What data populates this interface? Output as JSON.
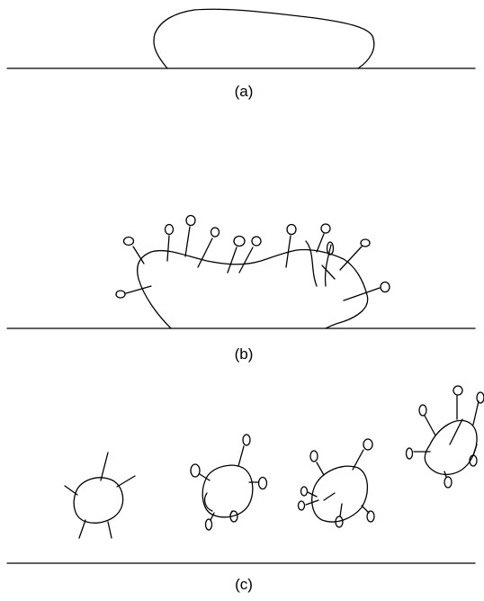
{
  "panels": [
    {
      "id": "a",
      "label": "(a)"
    },
    {
      "id": "b",
      "label": "(b)"
    },
    {
      "id": "c",
      "label": "(c)"
    }
  ],
  "colors": {
    "line": "#000000",
    "background": "#ffffff"
  }
}
